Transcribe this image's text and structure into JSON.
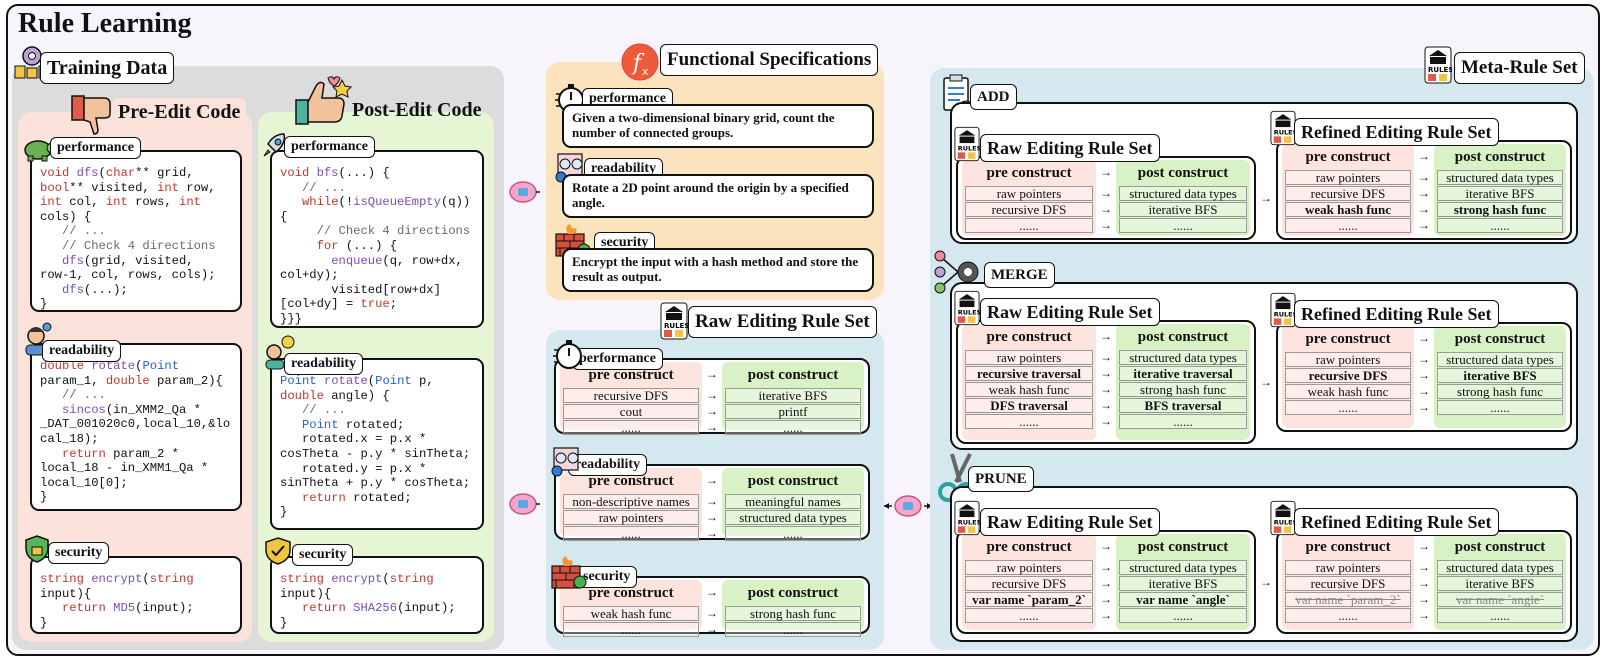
{
  "title": "Rule Learning",
  "training": {
    "title": "Training Data",
    "pre_title": "Pre-Edit Code",
    "post_title": "Post-Edit Code",
    "labels": {
      "performance": "performance",
      "readability": "readability",
      "security": "security"
    }
  },
  "functional": {
    "title": "Functional Specifications",
    "items": [
      {
        "label": "performance",
        "text": "Given a two-dimensional binary grid, count the number of connected groups."
      },
      {
        "label": "readability",
        "text": "Rotate a 2D point around the origin by a specified angle."
      },
      {
        "label": "security",
        "text": "Encrypt the input with a hash method and store the result as output."
      }
    ]
  },
  "raw_set": {
    "title": "Raw Editing Rule Set",
    "pre_header": "pre construct",
    "post_header": "post construct",
    "groups": [
      {
        "label": "performance",
        "rows": [
          [
            "recursive DFS",
            "iterative BFS"
          ],
          [
            "cout",
            "printf"
          ],
          [
            "......",
            "......"
          ]
        ]
      },
      {
        "label": "readability",
        "rows": [
          [
            "non-descriptive names",
            "meaningful names"
          ],
          [
            "raw pointers",
            "structured data types"
          ],
          [
            "......",
            "......"
          ]
        ]
      },
      {
        "label": "security",
        "rows": [
          [
            "weak hash func",
            "strong hash func"
          ],
          [
            "......",
            "......"
          ]
        ]
      }
    ]
  },
  "meta": {
    "title": "Meta-Rule Set",
    "raw_title": "Raw Editing Rule Set",
    "refined_title": "Refined Editing Rule Set",
    "pre_header": "pre construct",
    "post_header": "post construct",
    "ops": [
      {
        "name": "ADD",
        "raw": [
          [
            "raw pointers",
            "structured data types"
          ],
          [
            "recursive DFS",
            "iterative BFS"
          ],
          [
            "......",
            "......"
          ]
        ],
        "refined": [
          [
            "raw pointers",
            "structured data types"
          ],
          [
            "recursive DFS",
            "iterative BFS"
          ],
          [
            "weak hash func",
            "strong hash func"
          ],
          [
            "......",
            "......"
          ]
        ]
      },
      {
        "name": "MERGE",
        "raw": [
          [
            "raw pointers",
            "structured data types"
          ],
          [
            "recursive traversal",
            "iterative traversal"
          ],
          [
            "weak hash func",
            "strong hash func"
          ],
          [
            "DFS traversal",
            "BFS traversal"
          ],
          [
            "......",
            "......"
          ]
        ],
        "refined": [
          [
            "raw pointers",
            "structured data types"
          ],
          [
            "recursive DFS",
            "iterative BFS"
          ],
          [
            "weak hash func",
            "strong hash func"
          ],
          [
            "......",
            "......"
          ]
        ]
      },
      {
        "name": "PRUNE",
        "raw": [
          [
            "raw pointers",
            "structured data types"
          ],
          [
            "recursive DFS",
            "iterative BFS"
          ],
          [
            "var name `param_2`",
            "var name `angle`"
          ],
          [
            "......",
            "......"
          ]
        ],
        "refined": [
          [
            "raw pointers",
            "structured data types"
          ],
          [
            "recursive DFS",
            "iterative BFS"
          ],
          [
            "var name `param_2`",
            "var name `angle`"
          ],
          [
            "......",
            "......"
          ]
        ]
      }
    ]
  },
  "code": {
    "pre_performance": "void dfs(char** grid,\nbool** visited, int row,\nint col, int rows, int\ncols) {\n   // ...\n   // Check 4 directions\n   dfs(grid, visited,\nrow-1, col, rows, cols);\n   dfs(...);\n}",
    "pre_readability": "double rotate(Point\nparam_1, double param_2){\n   // ...\n   sincos(in_XMM2_Qa *\n_DAT_001020c0,local_10,&lo\ncal_18);\n   return param_2 *\nlocal_18 - in_XMM1_Qa *\nlocal_10[0];\n}",
    "pre_security": "string encrypt(string\ninput){\n   return MD5(input);\n}",
    "post_performance": "void bfs(...) {\n   // ...\n   while(!isQueueEmpty(q))\n{\n     // Check 4 directions\n     for (...) {\n       enqueue(q, row+dx,\ncol+dy);\n       visited[row+dx]\n[col+dy] = true;\n}}}",
    "post_readability": "Point rotate(Point p,\ndouble angle) {\n   // ...\n   Point rotated;\n   rotated.x = p.x *\ncosTheta - p.y * sinTheta;\n   rotated.y = p.x *\nsinTheta + p.y * cosTheta;\n   return rotated;\n}",
    "post_security": "string encrypt(string\ninput){\n   return SHA256(input);\n}"
  },
  "icons": [
    "gear-team-icon",
    "thumbs-down-icon",
    "thumbs-up-icon",
    "turtle-icon",
    "rocket-icon",
    "confused-person-icon",
    "lightbulb-person-icon",
    "shield-icon",
    "stopwatch-icon",
    "glasses-icon",
    "firewall-icon",
    "function-icon",
    "rules-building-icon",
    "clipboard-add-icon",
    "merge-gear-icon",
    "scissors-icon",
    "brain-icon"
  ],
  "colors": {
    "training_bg": "#dcdcdc",
    "pre_bg": "#fbe3dc",
    "post_bg": "#e6f6d5",
    "functional_bg": "#fbe4bd",
    "raw_bg": "#d5e8ef",
    "meta_bg": "#d5e8ef",
    "pre_col": "#fde4df",
    "post_col": "#d8f2c6"
  }
}
